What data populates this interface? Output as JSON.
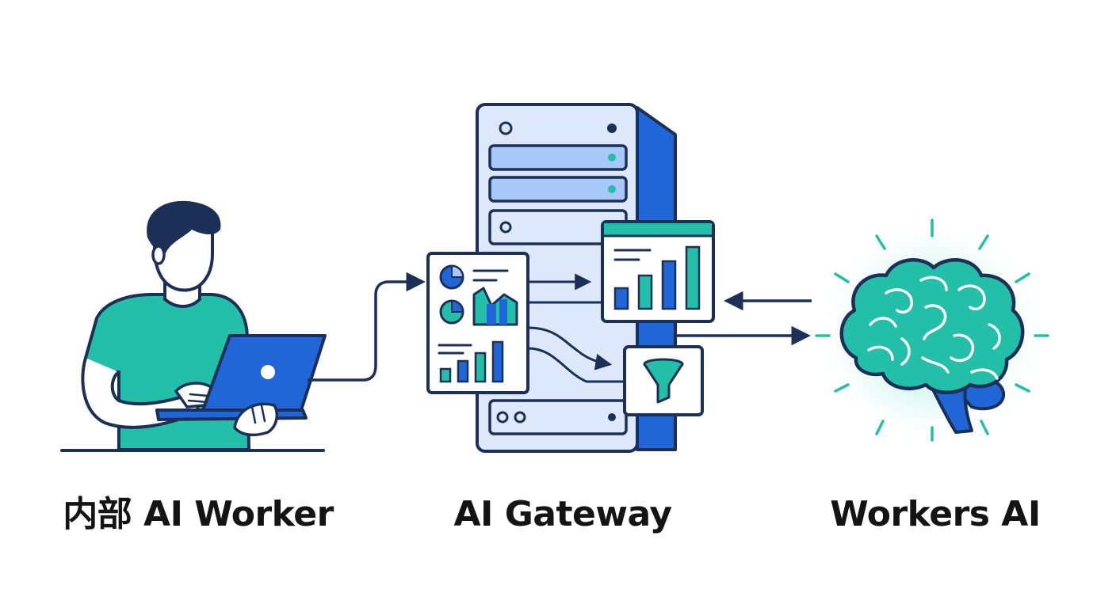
{
  "labels": {
    "worker": "内部 AI Worker",
    "gateway": "AI Gateway",
    "workers_ai": "Workers AI"
  },
  "colors": {
    "navy": "#1b2f57",
    "teal": "#23bfa9",
    "blue": "#2166d6",
    "light_blue": "#a8c8f7",
    "panel": "#dde8fa"
  },
  "icons": [
    "person-icon",
    "laptop-icon",
    "server-icon",
    "pie-chart-icon",
    "bar-chart-icon",
    "funnel-icon",
    "brain-icon"
  ]
}
